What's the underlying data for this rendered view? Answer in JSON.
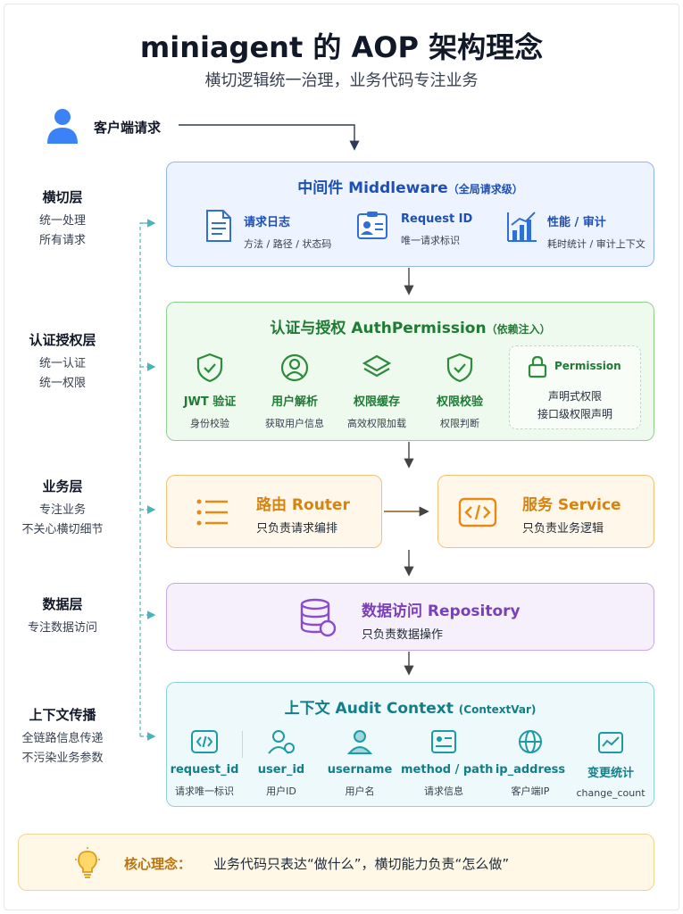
{
  "header": {
    "title": "miniagent 的 AOP 架构理念",
    "subtitle": "横切逻辑统一治理，业务代码专注业务"
  },
  "client": {
    "label": "客户端请求"
  },
  "lanes": [
    {
      "heading": "横切层",
      "desc1": "统一处理",
      "desc2": "所有请求"
    },
    {
      "heading": "认证授权层",
      "desc1": "统一认证",
      "desc2": "统一权限"
    },
    {
      "heading": "业务层",
      "desc1": "专注业务",
      "desc2": "不关心横切细节"
    },
    {
      "heading": "数据层",
      "desc1": "专注数据访问",
      "desc2": ""
    },
    {
      "heading": "上下文传播",
      "desc1": "全链路信息传递",
      "desc2": "不污染业务参数"
    }
  ],
  "middleware": {
    "title": "中间件 Middleware",
    "note": "（全局请求级）",
    "items": [
      {
        "title": "请求日志",
        "sub": "方法 / 路径 / 状态码"
      },
      {
        "title": "Request ID",
        "sub": "唯一请求标识"
      },
      {
        "title": "性能 / 审计",
        "sub": "耗时统计 / 审计上下文"
      }
    ]
  },
  "auth": {
    "title": "认证与授权 AuthPermission",
    "note": "（依赖注入）",
    "items": [
      {
        "title": "JWT 验证",
        "sub": "身份校验"
      },
      {
        "title": "用户解析",
        "sub": "获取用户信息"
      },
      {
        "title": "权限缓存",
        "sub": "高效权限加载"
      },
      {
        "title": "权限校验",
        "sub": "权限判断"
      }
    ],
    "permission": {
      "title": "Permission",
      "line1": "声明式权限",
      "line2": "接口级权限声明"
    }
  },
  "router": {
    "title": "路由 Router",
    "sub": "只负责请求编排"
  },
  "service": {
    "title": "服务 Service",
    "sub": "只负责业务逻辑"
  },
  "repository": {
    "title": "数据访问 Repository",
    "sub": "只负责数据操作"
  },
  "context": {
    "title": "上下文 Audit Context",
    "note": "(ContextVar)",
    "items": [
      {
        "title": "request_id",
        "sub": "请求唯一标识"
      },
      {
        "title": "user_id",
        "sub": "用户ID"
      },
      {
        "title": "username",
        "sub": "用户名"
      },
      {
        "title": "method / path",
        "sub": "请求信息"
      },
      {
        "title": "ip_address",
        "sub": "客户端IP"
      },
      {
        "title": "变更统计",
        "sub": "change_count"
      }
    ]
  },
  "core": {
    "label": "核心理念：",
    "text": "业务代码只表达“做什么”，横切能力负责“怎么做”"
  },
  "colors": {
    "blue": "#1e4fb5",
    "green": "#1f7a34",
    "orange": "#d9830f",
    "purple": "#7b3fb8",
    "teal": "#137e88",
    "lane_line": "#4ab3bb"
  },
  "icons": {
    "client": "user-icon",
    "middleware": [
      "document-icon",
      "id-card-icon",
      "bar-chart-icon"
    ],
    "auth": [
      "shield-check-icon",
      "user-circle-icon",
      "layers-icon",
      "shield-check-icon",
      "lock-icon"
    ],
    "router": "list-icon",
    "service": "code-icon",
    "repository": "database-icon",
    "context": [
      "code-icon",
      "user-group-icon",
      "user-icon",
      "id-card-icon",
      "globe-icon",
      "chart-box-icon"
    ],
    "core": "lightbulb-icon"
  }
}
